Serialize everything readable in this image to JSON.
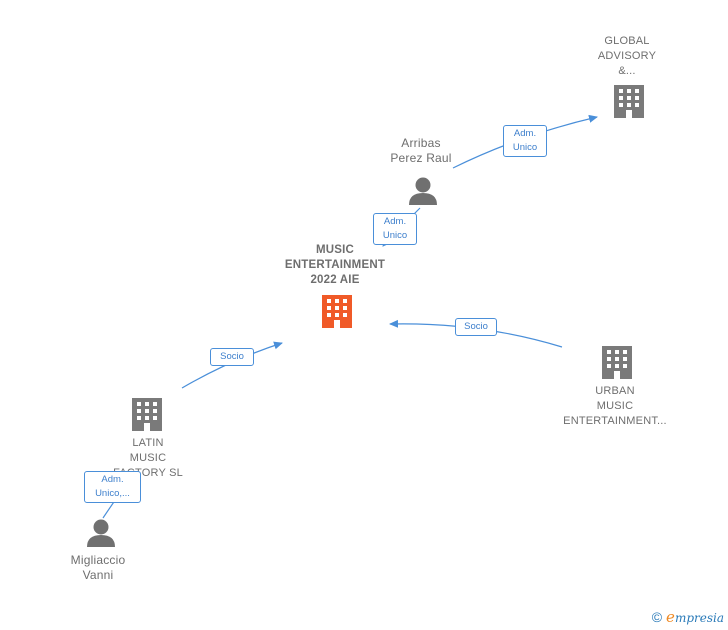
{
  "colors": {
    "edge": "#4a8fd9",
    "building": "#7a7a7a",
    "main_building": "#f05a28",
    "person": "#707070"
  },
  "nodes": {
    "global": {
      "lines": [
        "GLOBAL",
        "ADVISORY",
        "&..."
      ]
    },
    "arribas": {
      "lines": [
        "Arribas",
        "Perez Raul"
      ]
    },
    "music": {
      "lines": [
        "MUSIC",
        "ENTERTAINMENT",
        "2022  AIE"
      ]
    },
    "urban": {
      "lines": [
        "URBAN",
        "MUSIC",
        "ENTERTAINMENT..."
      ]
    },
    "latin": {
      "lines": [
        "LATIN",
        "MUSIC",
        "FACTORY  SL"
      ]
    },
    "migliaccio": {
      "lines": [
        "Migliaccio",
        "Vanni"
      ]
    }
  },
  "edges": {
    "arribas_global": {
      "lines": [
        "Adm.",
        "Unico"
      ]
    },
    "arribas_music": {
      "lines": [
        "Adm.",
        "Unico"
      ]
    },
    "urban_music": {
      "lines": [
        "Socio"
      ]
    },
    "latin_music": {
      "lines": [
        "Socio"
      ]
    },
    "migliaccio_latin": {
      "lines": [
        "Adm.",
        "Unico,..."
      ]
    }
  },
  "brand": {
    "copyright": "©",
    "initial": "e",
    "rest": "mpresia"
  }
}
